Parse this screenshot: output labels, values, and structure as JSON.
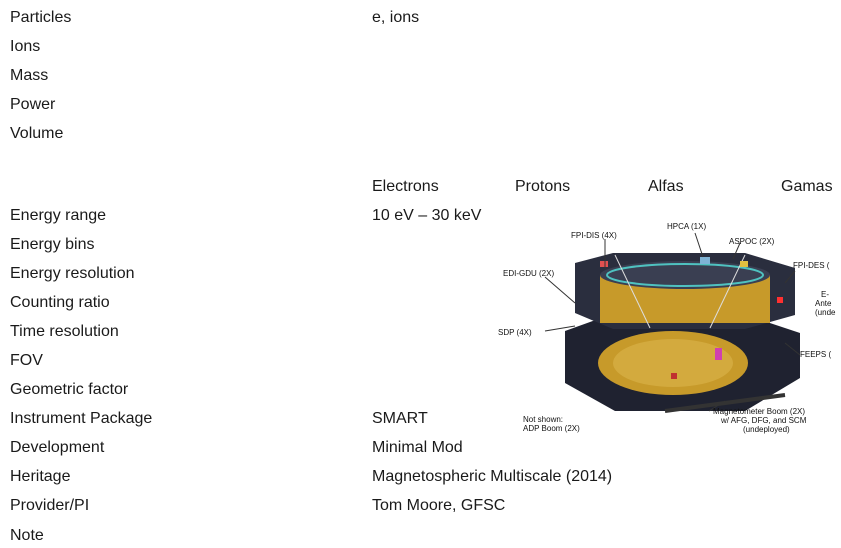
{
  "rows": {
    "particles": {
      "label": "Particles",
      "value": "e, ions"
    },
    "ions": {
      "label": "Ions"
    },
    "mass": {
      "label": "Mass"
    },
    "power": {
      "label": "Power"
    },
    "volume": {
      "label": "Volume"
    },
    "energy_range": {
      "label": "Energy range",
      "value": "10 eV – 30 keV"
    },
    "energy_bins": {
      "label": "Energy bins"
    },
    "energy_resolution": {
      "label": "Energy resolution"
    },
    "counting_ratio": {
      "label": "Counting ratio"
    },
    "time_resolution": {
      "label": "Time resolution"
    },
    "fov": {
      "label": "FOV"
    },
    "geometric_factor": {
      "label": "Geometric factor"
    },
    "instrument_package": {
      "label": "Instrument Package",
      "value": "SMART"
    },
    "development": {
      "label": "Development",
      "value": "Minimal Mod"
    },
    "heritage": {
      "label": "Heritage",
      "value": "Magnetospheric Multiscale (2014)"
    },
    "provider_pi": {
      "label": "Provider/PI",
      "value": "Tom Moore, GFSC"
    },
    "note": {
      "label": "Note"
    }
  },
  "columns": [
    "Electrons",
    "Protons",
    "Alfas",
    "Gamas"
  ],
  "figure": {
    "labels": {
      "hpca": "HPCA (1X)",
      "fpi_dis": "FPI-DIS (4X)",
      "aspoc": "ASPOC (2X)",
      "edi_gdu": "EDI-GDU (2X)",
      "fpi_des": "FPI-DES (",
      "e_ant_1": "E-",
      "e_ant_2": "Ante",
      "e_ant_3": "(unde",
      "sdp": "SDP (4X)",
      "feeps": "FEEPS (",
      "not_shown_1": "Not shown:",
      "not_shown_2": "ADP Boom (2X)",
      "mag_1": "Magnetometer Boom (2X)",
      "mag_2": "w/ AFG, DFG, and SCM",
      "mag_3": "(undeployed)"
    }
  },
  "colors": {
    "text": "#1a1a1a",
    "deck": "#1f2230",
    "gold": "#c79a2a",
    "white": "#ffffff"
  }
}
